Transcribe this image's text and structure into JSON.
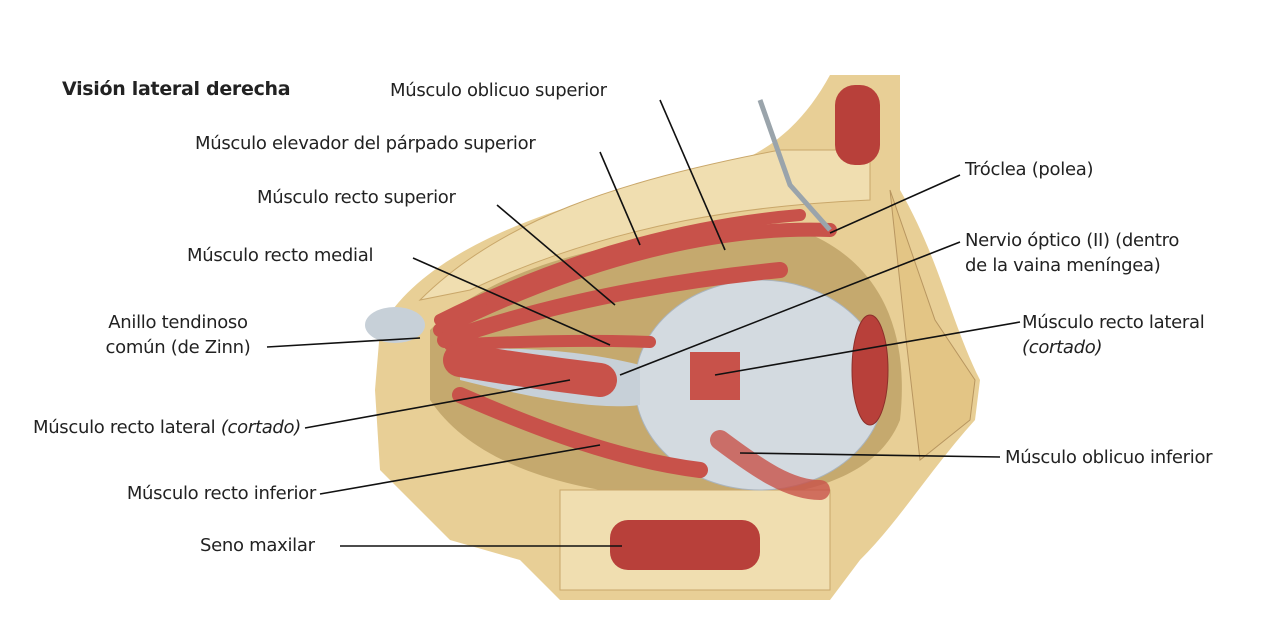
{
  "title": "Visión lateral derecha",
  "labels": {
    "oblicuo_superior": "Músculo oblicuo superior",
    "elevador": "Músculo elevador del párpado superior",
    "recto_superior": "Músculo recto superior",
    "recto_medial": "Músculo recto medial",
    "anillo_1": "Anillo tendinoso",
    "anillo_2": "común (de Zinn)",
    "recto_lateral_left": "Músculo recto lateral",
    "recto_lateral_left_note": "(cortado)",
    "recto_inferior": "Músculo recto inferior",
    "seno_maxilar": "Seno maxilar",
    "troclea": "Tróclea (polea)",
    "nervio_1": "Nervio óptico (II) (dentro",
    "nervio_2": "de la vaina meníngea)",
    "recto_lateral_right": "Músculo recto lateral",
    "recto_lateral_right_note": "(cortado)",
    "oblicuo_inferior": "Músculo oblicuo inferior"
  },
  "colors": {
    "bone": "#e8cf96",
    "muscle": "#c8524a",
    "globe": "#d3dae0",
    "sinus": "#b8403a"
  }
}
